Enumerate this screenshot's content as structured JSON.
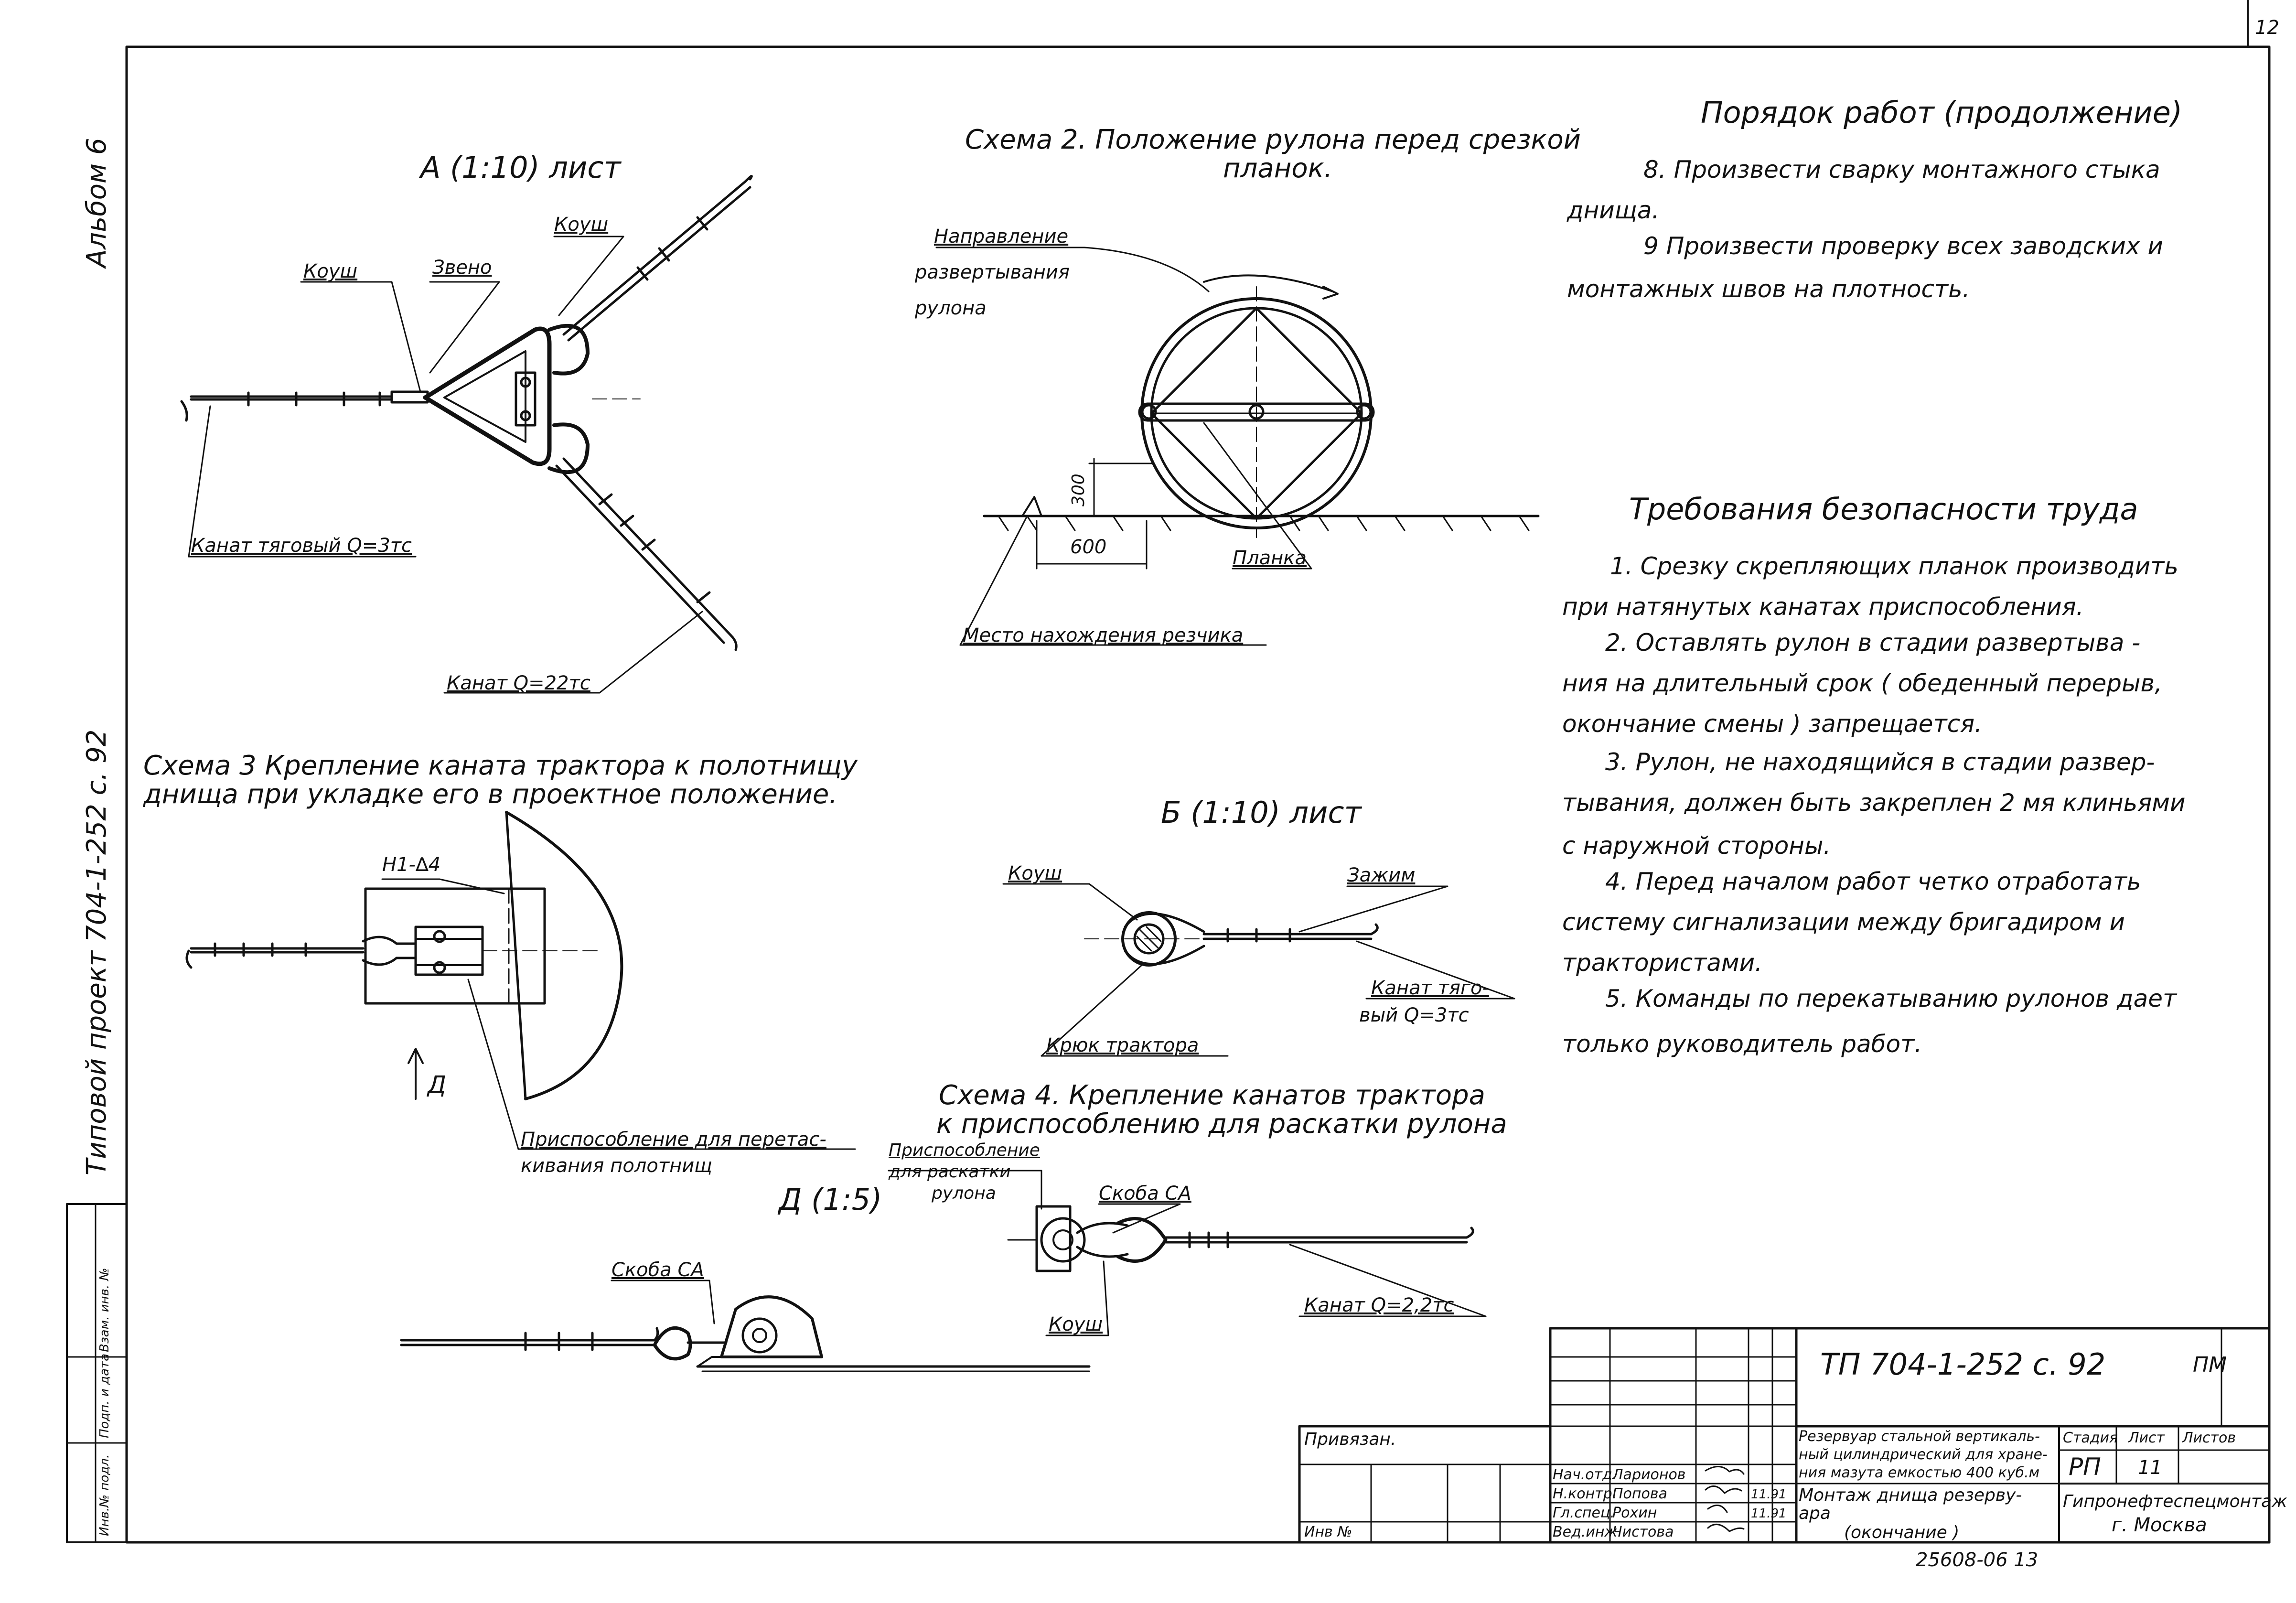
{
  "sheet_number": "12",
  "side_strip": {
    "album": "Альбом 6",
    "project": "Типовой проект 704-1-252 с. 92",
    "cells": [
      "Инв.№ подл.",
      "Подп. и дата",
      "Взам. инв. №"
    ]
  },
  "detail_a": {
    "title": "А (1:10) лист",
    "labels": [
      "Коуш",
      "Звено",
      "Коуш",
      "Канат тяговый Q=3тс",
      "Канат Q=22тс"
    ]
  },
  "scheme2": {
    "title_line1": "Схема 2. Положение рулона перед срезкой",
    "title_line2": "планок.",
    "dir_label": [
      "Направление",
      "развертывания",
      "рулона"
    ],
    "dim_300": "300",
    "dim_600": "600",
    "plank": "Планка",
    "cutter": "Место нахождения резчика"
  },
  "scheme3": {
    "title_line1": "Схема 3 Крепление каната трактора к полотнищу",
    "title_line2": "днища при укладке его в проектное положение.",
    "weld": "Н1-∆4",
    "view": "Д",
    "device_line1": "Приспособление для перетас-",
    "device_line2": "кивания полотнищ"
  },
  "detail_b": {
    "title": "Б (1:10) лист",
    "labels": [
      "Коуш",
      "Зажим",
      "Канат тяго-",
      "вый Q=3тс",
      "Крюк трактора"
    ]
  },
  "scheme4": {
    "title_line1": "Схема 4. Крепление канатов трактора",
    "title_line2": "к приспособлению для раскатки рулона",
    "device": [
      "Приспособление",
      "для раскатки",
      "рулона"
    ],
    "bracket": "Скоба СА",
    "rope": "Канат Q=2,2тс",
    "thimble": "Коуш"
  },
  "detail_d": {
    "title": "Д (1:5)",
    "bracket": "Скоба СА"
  },
  "procedure": {
    "heading": "Порядок работ (продолжение)",
    "lines": [
      "8. Произвести сварку монтажного стыка",
      "днища.",
      "9 Произвести проверку всех заводских и",
      "монтажных швов на плотность."
    ]
  },
  "safety": {
    "heading": "Требования безопасности труда",
    "lines": [
      "1. Срезку скрепляющих планок производить",
      "при натянутых канатах приспособления.",
      "2. Оставлять рулон в стадии развертыва -",
      "ния на длительный срок ( обеденный перерыв,",
      "окончание смены ) запрещается.",
      "3. Рулон, не находящийся в стадии развер-",
      "тывания, должен быть закреплен 2 мя клиньями",
      "с наружной стороны.",
      "4. Перед началом работ четко отработать",
      "систему сигнализации между бригадиром и",
      "трактористами.",
      "5. Команды по перекатыванию рулонов дает",
      "только руководитель работ."
    ]
  },
  "title_block": {
    "code": "ТП 704-1-252 с. 92",
    "mark": "ПМ",
    "attached": "Привязан.",
    "inv": "Инв №",
    "staff": [
      {
        "role": "Нач.отд.",
        "name": "Ларионов",
        "date": ""
      },
      {
        "role": "Н.контр.",
        "name": "Попова",
        "date": "11.91"
      },
      {
        "role": "Гл.спец.",
        "name": "Рохин",
        "date": "11.91"
      },
      {
        "role": "Вед.инж.",
        "name": "Чистова",
        "date": ""
      }
    ],
    "object_name": [
      "Резервуар стальной вертикаль-",
      "ный цилиндрический для хране-",
      "ния мазута емкостью 400 куб.м"
    ],
    "stage_hdr": "Стадия",
    "sheet_hdr": "Лист",
    "sheets_hdr": "Листов",
    "stage": "РП",
    "sheet": "11",
    "sheets": "",
    "drawing_name": [
      "Монтаж днища резерву-",
      "ара",
      "(окончание )"
    ],
    "org": "Гипронефтеспецмонтаж",
    "city": "г. Москва",
    "archive": "25608-06 13"
  }
}
